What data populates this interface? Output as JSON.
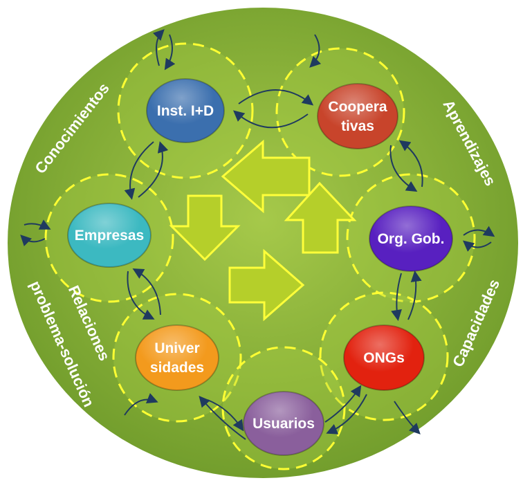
{
  "colors": {
    "background": "#8fb83a",
    "dashed_ring": "#ffff33",
    "arrow_fill": "#b5cf2a",
    "arrow_stroke": "#ffff3a",
    "connector": "#1f3a5f"
  },
  "nodes": [
    {
      "id": "inst",
      "lines": [
        "Inst. I+D"
      ],
      "color": "#3b6fae"
    },
    {
      "id": "coop",
      "lines": [
        "Coopera",
        "tivas"
      ],
      "color": "#c8442b"
    },
    {
      "id": "empresas",
      "lines": [
        "Empresas"
      ],
      "color": "#3cb9c1"
    },
    {
      "id": "orggob",
      "lines": [
        "Org. Gob."
      ],
      "color": "#5820c0"
    },
    {
      "id": "univ",
      "lines": [
        "Univer",
        "sidades"
      ],
      "color": "#f39a1d"
    },
    {
      "id": "ongs",
      "lines": [
        "ONGs"
      ],
      "color": "#e2220f"
    },
    {
      "id": "usuarios",
      "lines": [
        "Usuarios"
      ],
      "color": "#8a5f9c"
    }
  ],
  "ring_labels": {
    "conocimientos": "Conocimientos",
    "aprendizajes": "Aprendizajes",
    "capacidades": "Capacidades",
    "relaciones": "Relaciones",
    "problema_solucion": "problema-solución"
  }
}
